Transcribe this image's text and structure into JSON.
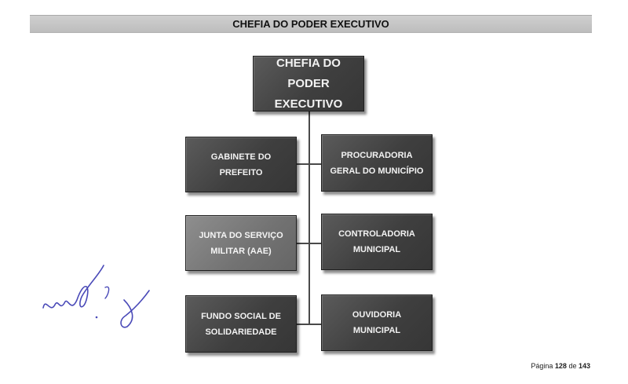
{
  "header": {
    "title": "CHEFIA DO PODER EXECUTIVO"
  },
  "org_chart": {
    "root": {
      "lines": [
        "CHEFIA DO PODER",
        "EXECUTIVO"
      ]
    },
    "left": [
      {
        "lines": [
          "GABINETE DO PREFEITO"
        ]
      },
      {
        "lines": [
          "JUNTA DO SERVIÇO",
          "MILITAR (AAE)"
        ]
      },
      {
        "lines": [
          "FUNDO SOCIAL DE",
          "SOLIDARIEDADE"
        ]
      }
    ],
    "right": [
      {
        "lines": [
          "PROCURADORIA",
          "GERAL DO MUNICÍPIO"
        ]
      },
      {
        "lines": [
          "CONTROLADORIA",
          "MUNICIPAL"
        ]
      },
      {
        "lines": [
          "OUVIDORIA",
          "MUNICIPAL"
        ]
      }
    ]
  },
  "footer": {
    "prefix": "Página",
    "current": "128",
    "separator": "de",
    "total": "143"
  }
}
